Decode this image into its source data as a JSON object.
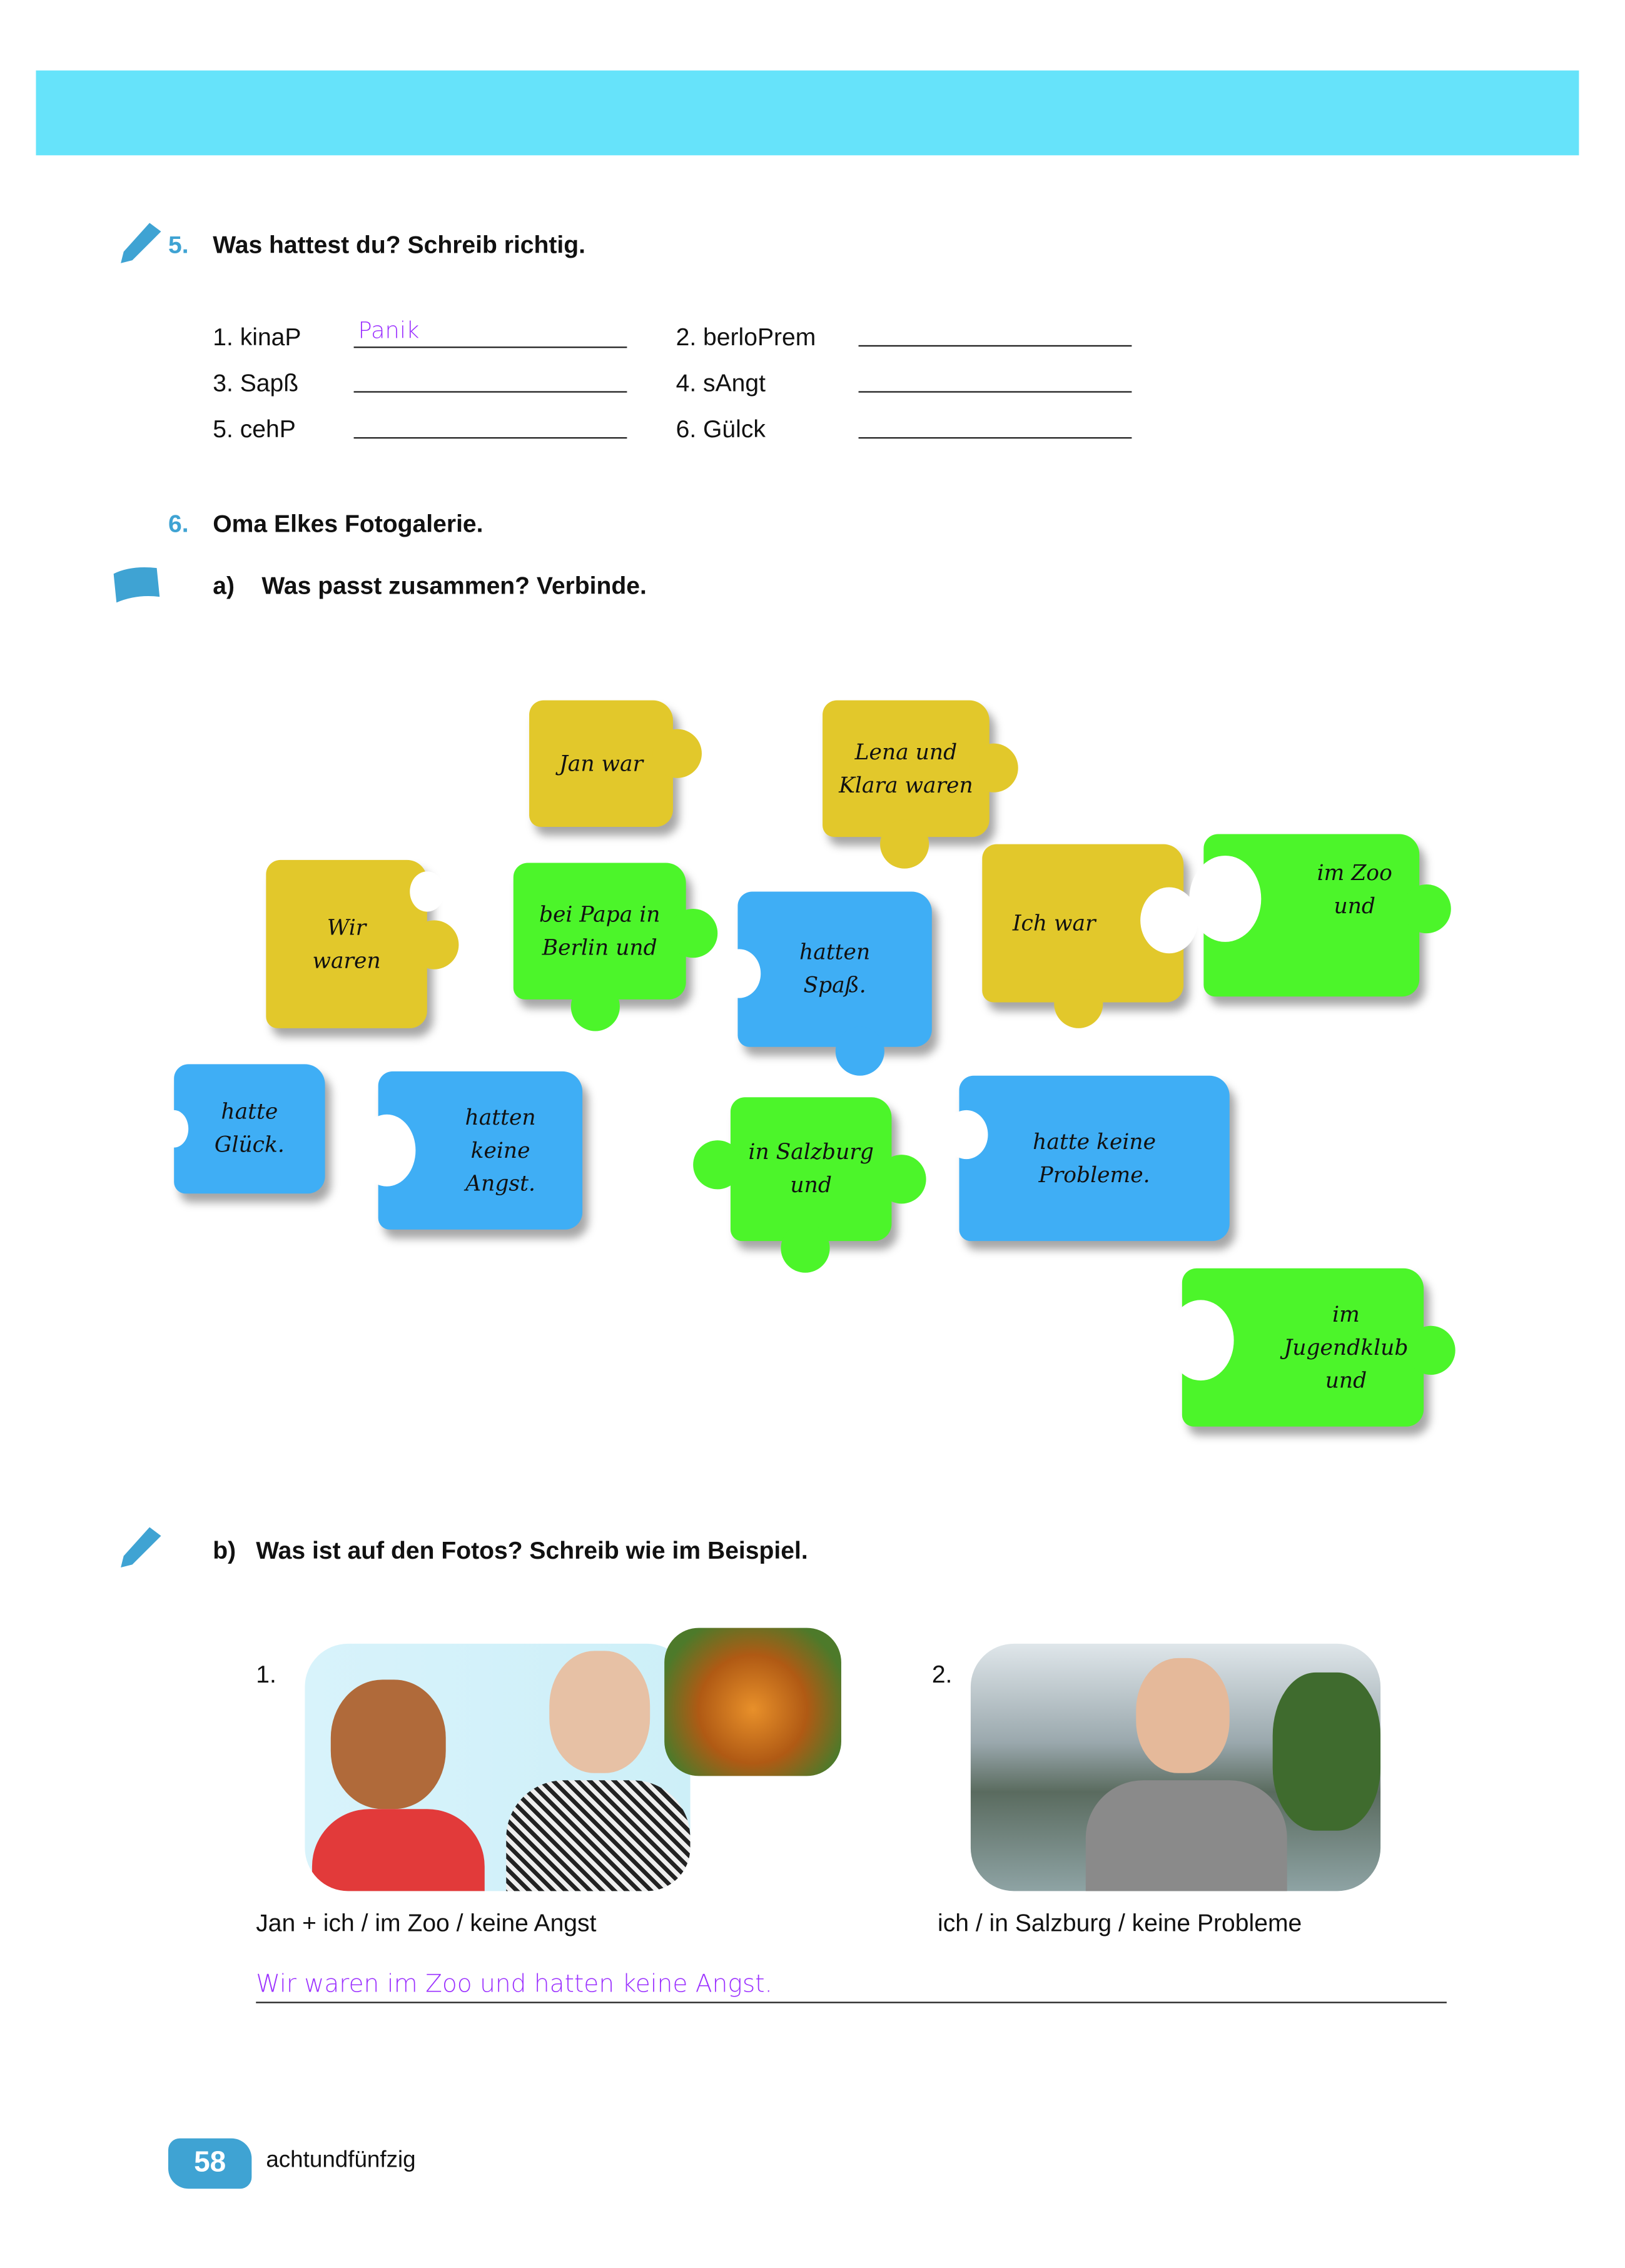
{
  "colors": {
    "band": "#66E3FA",
    "accent": "#3FA3D3",
    "answer": "#9B30FF",
    "yellow": "#E2C82B",
    "green": "#4CF52A",
    "blue": "#3FAEF5"
  },
  "ex5": {
    "number": "5.",
    "title": "Was hattest du? Schreib richtig.",
    "icon": "pencil-icon",
    "items": [
      {
        "label": "1. kinaP",
        "answer": "Panik"
      },
      {
        "label": "2. berloPrem",
        "answer": ""
      },
      {
        "label": "3. Sapß",
        "answer": ""
      },
      {
        "label": "4. sAngt",
        "answer": ""
      },
      {
        "label": "5. cehP",
        "answer": ""
      },
      {
        "label": "6. Gülck",
        "answer": ""
      }
    ]
  },
  "ex6": {
    "number": "6.",
    "title": "Oma Elkes Fotogalerie.",
    "a": {
      "letter": "a)",
      "title": "Was passt zusammen? Verbinde.",
      "icon": "book-icon"
    },
    "pieces": [
      {
        "text": "Jan war",
        "color": "yellow"
      },
      {
        "text": "Lena und Klara waren",
        "color": "yellow"
      },
      {
        "text": "Wir waren",
        "color": "yellow"
      },
      {
        "text": "bei Papa in Berlin und",
        "color": "green"
      },
      {
        "text": "hatten Spaß.",
        "color": "blue"
      },
      {
        "text": "Ich war",
        "color": "yellow"
      },
      {
        "text": "im Zoo und",
        "color": "green"
      },
      {
        "text": "hatte Glück.",
        "color": "blue"
      },
      {
        "text": "hatten keine Angst.",
        "color": "blue"
      },
      {
        "text": "in Salzburg und",
        "color": "green"
      },
      {
        "text": "hatte keine Probleme.",
        "color": "blue"
      },
      {
        "text": "im Jugendklub und",
        "color": "green"
      }
    ],
    "b": {
      "letter": "b)",
      "title": "Was ist auf den Fotos? Schreib wie im Beispiel.",
      "icon": "pencil-icon",
      "photos": [
        {
          "number": "1.",
          "caption": "Jan + ich / im Zoo / keine Angst"
        },
        {
          "number": "2.",
          "caption": "ich / in Salzburg / keine Probleme"
        }
      ],
      "example_answer": "Wir waren im Zoo und hatten keine Angst."
    }
  },
  "footer": {
    "page_number": "58",
    "page_word": "achtundfünfzig"
  }
}
